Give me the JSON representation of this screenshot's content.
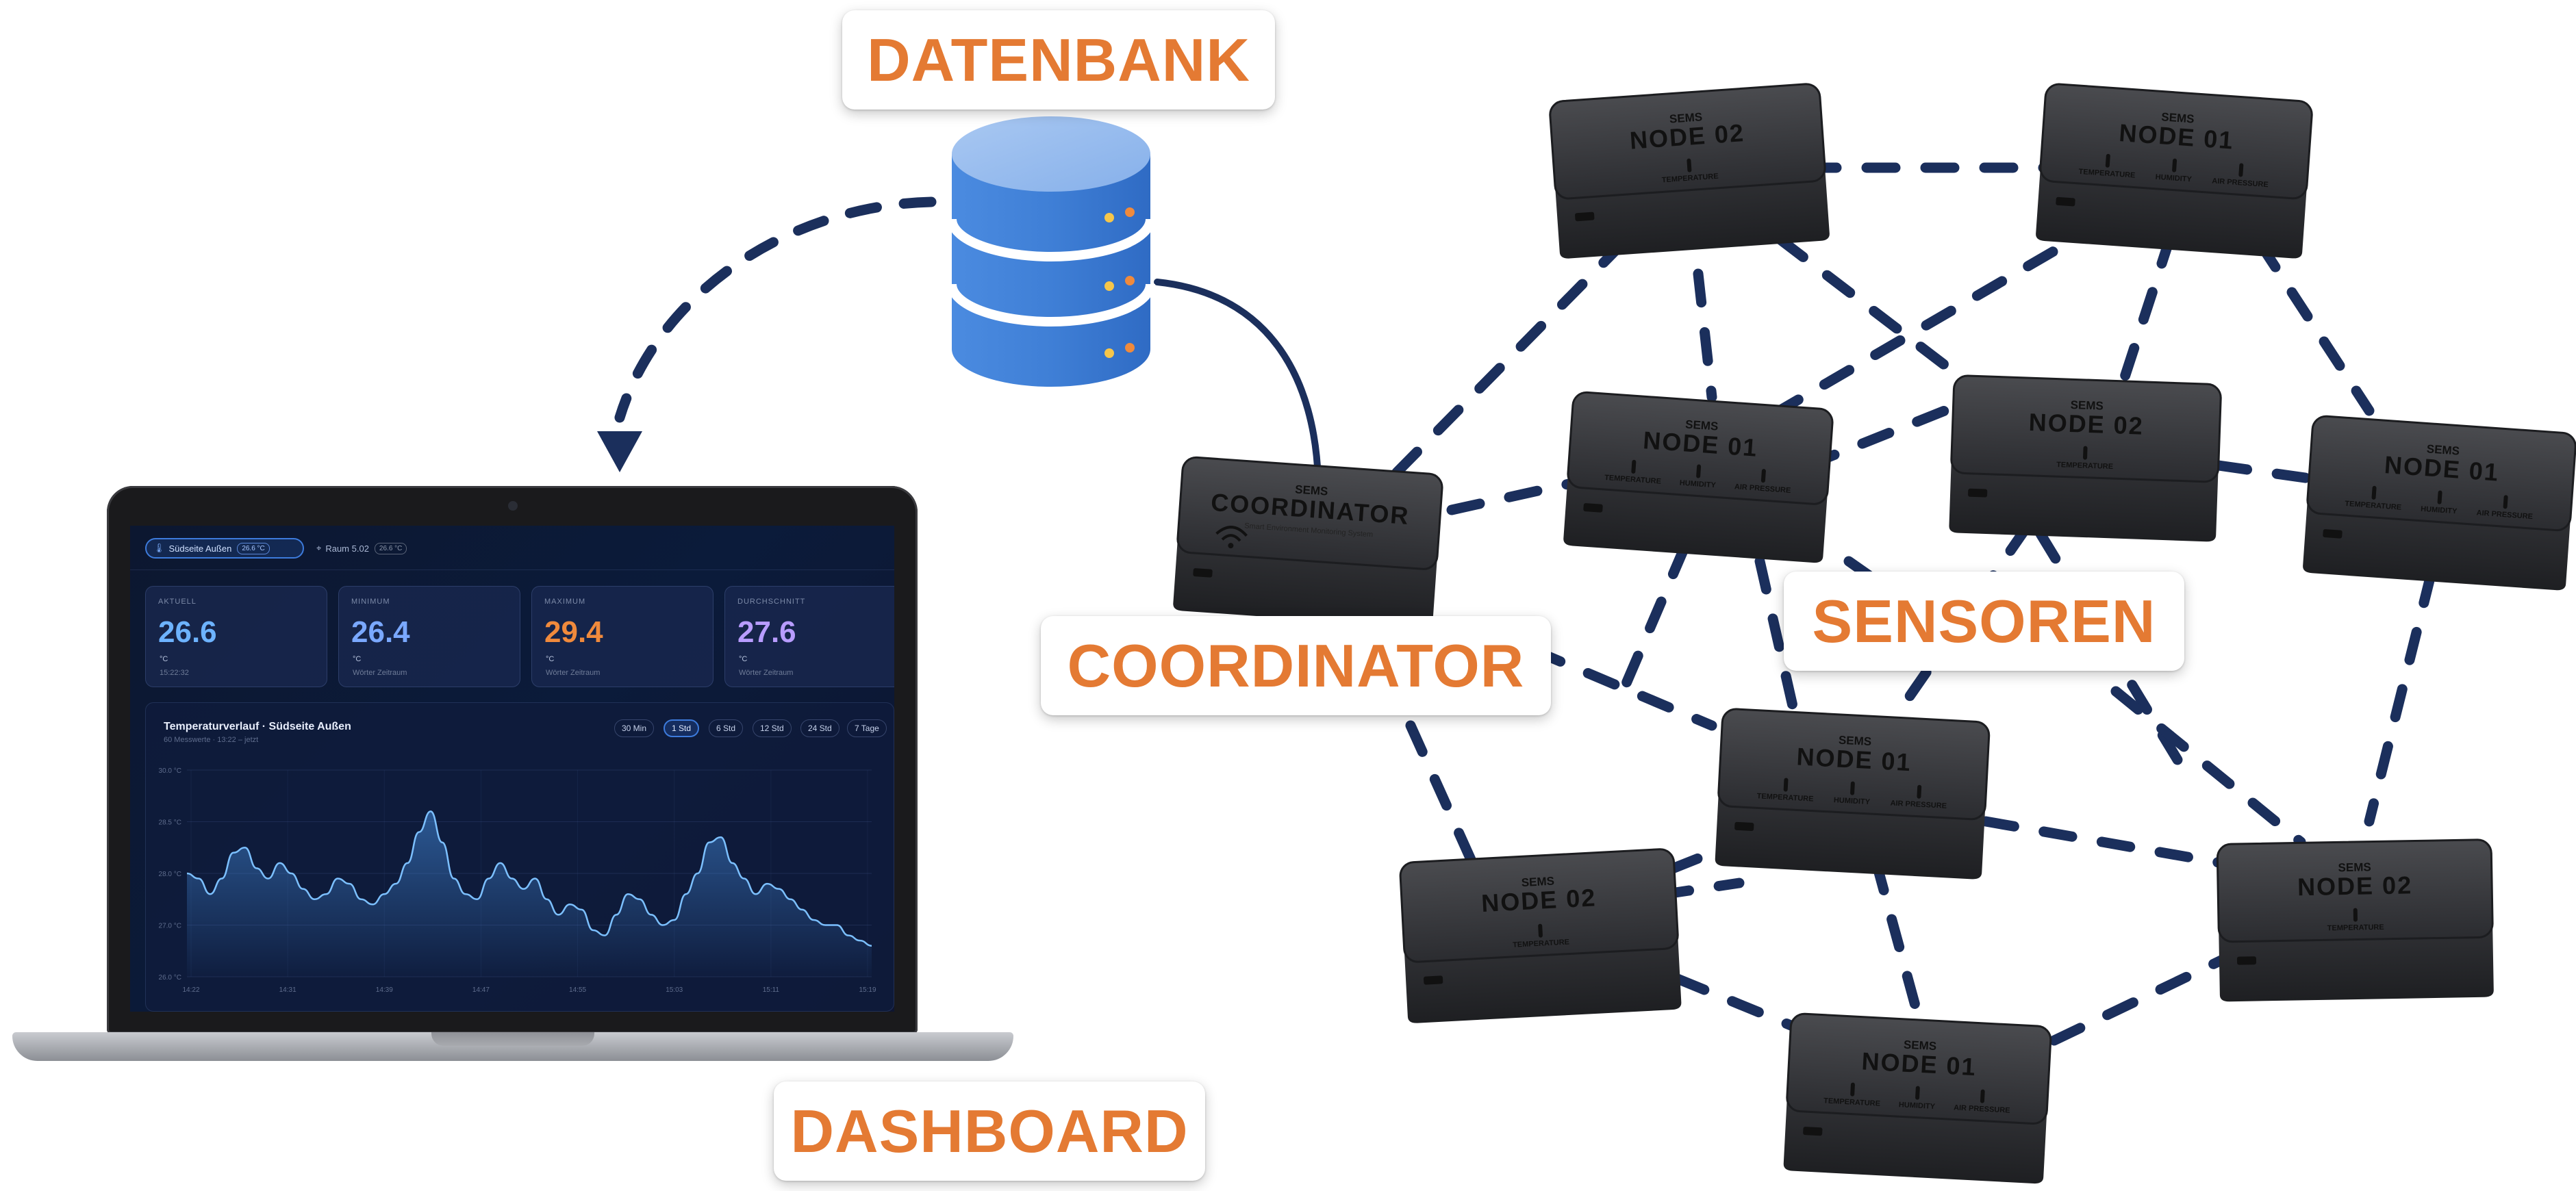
{
  "labels": {
    "database": "DATENBANK",
    "dashboard": "DASHBOARD",
    "coordinator": "COORDINATOR",
    "sensors": "SENSOREN"
  },
  "colors": {
    "accent_orange": "#e47a33",
    "link_navy": "#1b2f5c",
    "database_blue": "#3f7fd6"
  },
  "coordinator_device": {
    "title": "COORDINATOR",
    "brand": "SEMS",
    "subtitle": "Smart Environment Monitoring System",
    "icon": "wifi-icon"
  },
  "nodes": [
    {
      "title": "NODE 02",
      "brand": "SEMS",
      "sensors": [
        "TEMPERATURE"
      ]
    },
    {
      "title": "NODE 01",
      "brand": "SEMS",
      "sensors": [
        "TEMPERATURE",
        "HUMIDITY",
        "AIR PRESSURE"
      ]
    },
    {
      "title": "NODE 01",
      "brand": "SEMS",
      "sensors": [
        "TEMPERATURE",
        "HUMIDITY",
        "AIR PRESSURE"
      ]
    },
    {
      "title": "NODE 02",
      "brand": "SEMS",
      "sensors": [
        "TEMPERATURE"
      ]
    },
    {
      "title": "NODE 01",
      "brand": "SEMS",
      "sensors": [
        "TEMPERATURE",
        "HUMIDITY",
        "AIR PRESSURE"
      ]
    },
    {
      "title": "NODE 01",
      "brand": "SEMS",
      "sensors": [
        "TEMPERATURE",
        "HUMIDITY",
        "AIR PRESSURE"
      ]
    },
    {
      "title": "NODE 02",
      "brand": "SEMS",
      "sensors": [
        "TEMPERATURE"
      ]
    },
    {
      "title": "NODE 02",
      "brand": "SEMS",
      "sensors": [
        "TEMPERATURE"
      ]
    },
    {
      "title": "NODE 01",
      "brand": "SEMS",
      "sensors": [
        "TEMPERATURE",
        "HUMIDITY",
        "AIR PRESSURE"
      ]
    }
  ],
  "dashboard": {
    "location_active": "Südseite Außen",
    "location_active_badge": "26.6 °C",
    "location_other": "Raum 5.02",
    "location_other_badge": "26.6 °C",
    "stats": [
      {
        "label": "AKTUELL",
        "value": "26.6",
        "unit": "°C",
        "sub": "15:22:32",
        "color": "#6db3ff"
      },
      {
        "label": "MINIMUM",
        "value": "26.4",
        "unit": "°C",
        "sub": "Wörter Zeitraum",
        "color": "#7aa8ff"
      },
      {
        "label": "MAXIMUM",
        "value": "29.4",
        "unit": "°C",
        "sub": "Wörter Zeitraum",
        "color": "#f08a3c"
      },
      {
        "label": "DURCHSCHNITT",
        "value": "27.6",
        "unit": "°C",
        "sub": "Wörter Zeitraum",
        "color": "#b89cff"
      }
    ],
    "chart": {
      "title": "Temperaturverlauf · Südseite Außen",
      "subtitle": "60 Messwerte · 13:22 – jetzt",
      "ranges": [
        "30 Min",
        "1 Std",
        "6 Std",
        "12 Std",
        "24 Std",
        "7 Tage"
      ],
      "active_range": "1 Std"
    }
  },
  "chart_data": {
    "type": "area",
    "title": "Temperaturverlauf · Südseite Außen",
    "xlabel": "",
    "ylabel": "",
    "y_ticks": [
      "30.0 °C",
      "28.5 °C",
      "28.0 °C",
      "27.0 °C",
      "26.0 °C"
    ],
    "x_ticks": [
      "14:22",
      "14:31",
      "14:39",
      "14:47",
      "14:55",
      "15:03",
      "15:11",
      "15:19"
    ],
    "ylim": [
      26.0,
      30.0
    ],
    "grid": true,
    "values": [
      28.0,
      27.9,
      27.6,
      27.9,
      28.4,
      28.5,
      28.1,
      27.9,
      28.2,
      28.0,
      27.7,
      27.5,
      27.6,
      27.9,
      27.8,
      27.5,
      27.4,
      27.6,
      27.8,
      28.2,
      28.8,
      29.2,
      28.6,
      27.9,
      27.6,
      27.5,
      27.9,
      28.2,
      27.9,
      27.7,
      27.9,
      27.5,
      27.2,
      27.4,
      27.3,
      26.9,
      26.8,
      27.2,
      27.6,
      27.5,
      27.2,
      27.0,
      27.1,
      27.6,
      28.0,
      28.6,
      28.7,
      28.2,
      27.9,
      27.6,
      27.8,
      27.7,
      27.5,
      27.3,
      27.1,
      27.0,
      27.0,
      26.8,
      26.7,
      26.6
    ]
  }
}
